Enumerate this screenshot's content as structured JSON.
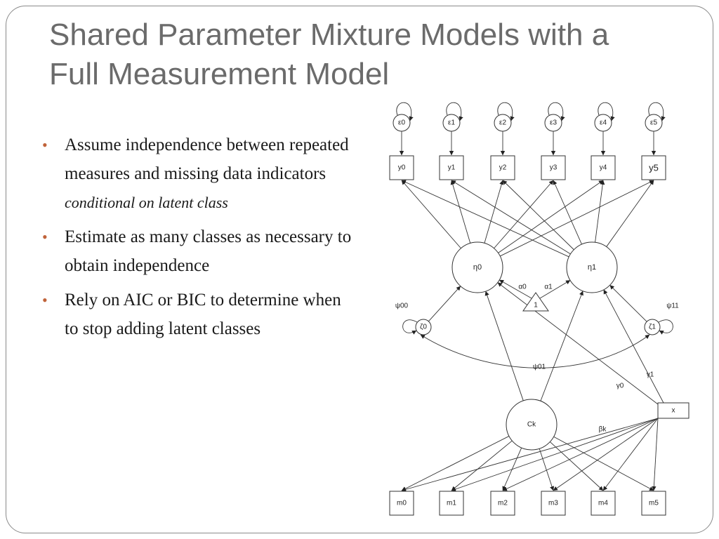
{
  "slide": {
    "title_line1": "Shared Parameter Mixture Models with a",
    "title_line2": "Full Measurement Model"
  },
  "bullets": [
    {
      "text": "Assume independence between repeated measures and missing data indicators ",
      "italic": "conditional on latent class"
    },
    {
      "text": "Estimate as many classes as necessary to obtain independence",
      "italic": ""
    },
    {
      "text": "Rely on AIC or BIC to determine when to stop adding latent classes",
      "italic": ""
    }
  ],
  "diagram": {
    "errors": [
      "ε0",
      "ε1",
      "ε2",
      "ε3",
      "ε4",
      "ε5"
    ],
    "observed": [
      "y0",
      "y1",
      "y2",
      "y3",
      "y4",
      "y5"
    ],
    "latent": [
      "η0",
      "η1"
    ],
    "constant": "1",
    "alphas": [
      "α0",
      "α1"
    ],
    "disturbances": [
      "ζ0",
      "ζ1"
    ],
    "psi": {
      "psi00": "ψ00",
      "psi11": "ψ11",
      "psi01": "ψ01"
    },
    "gammas": [
      "γ0",
      "γ1"
    ],
    "covariate": "x",
    "class": "Ck",
    "beta": "βk",
    "indicators": [
      "m0",
      "m1",
      "m2",
      "m3",
      "m4",
      "m5"
    ]
  }
}
